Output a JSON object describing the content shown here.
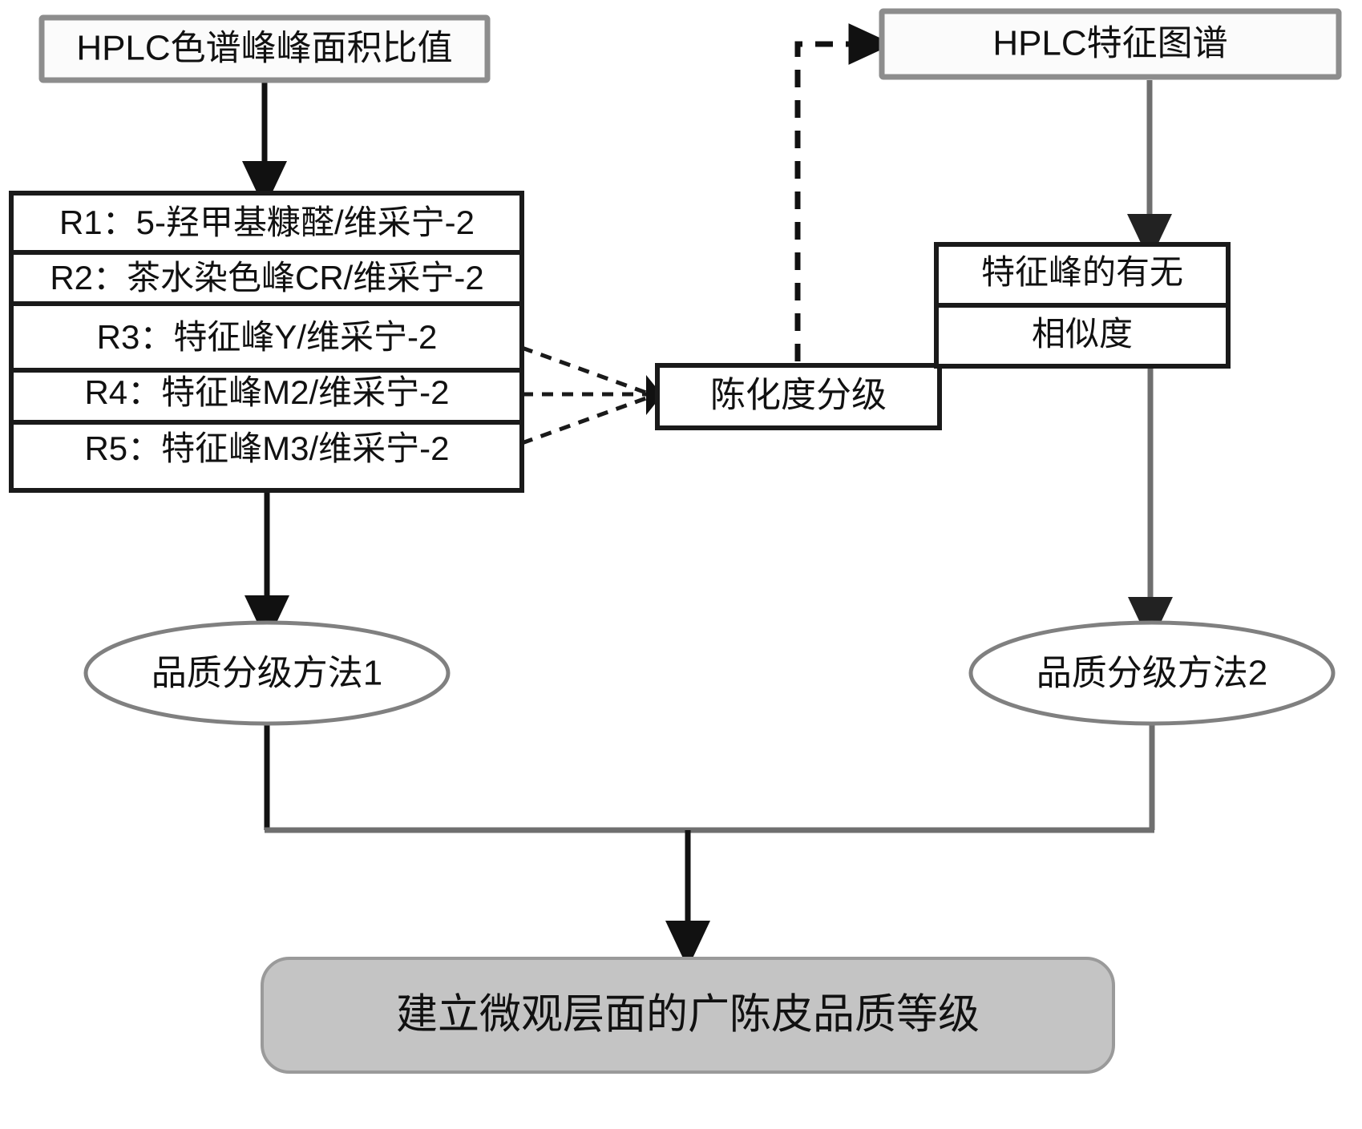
{
  "diagram": {
    "title_top_left": "HPLC色谱峰峰面积比值",
    "title_top_right": "HPLC特征图谱",
    "ratio_rows": [
      "R1：5-羟甲基糠醛/维采宁-2",
      "R2：茶水染色峰CR/维采宁-2",
      "R3：特征峰Y/维采宁-2",
      "R4：特征峰M2/维采宁-2",
      "R5：特征峰M3/维采宁-2"
    ],
    "aging_grade": "陈化度分级",
    "feature_rows": [
      "特征峰的有无",
      "相似度"
    ],
    "method_1": "品质分级方法1",
    "method_2": "品质分级方法2",
    "outcome": "建立微观层面的广陈皮品质等级",
    "colors": {
      "gray_border": "#8d8d8d",
      "black_border": "#1a1a1a",
      "outcome_fill": "#c4c4c4",
      "connector_black": "#111111",
      "connector_gray": "#6f6f6f",
      "ellipse_border": "#808080"
    }
  }
}
